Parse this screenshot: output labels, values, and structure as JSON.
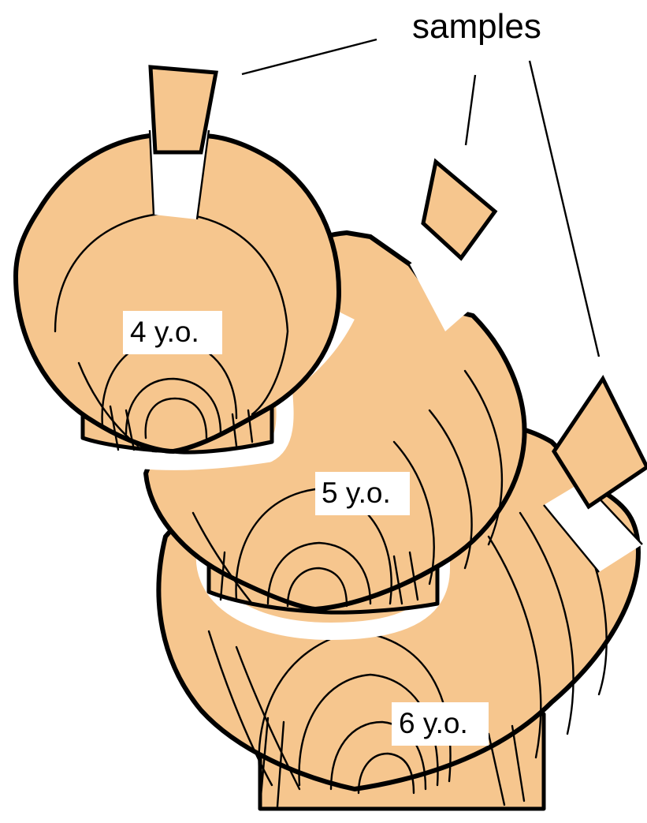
{
  "title": "samples",
  "labels": {
    "shell_small": "4 y.o.",
    "shell_medium": "5 y.o.",
    "shell_large": "6 y.o."
  },
  "colors": {
    "shell_fill": "#F6C68E",
    "outline": "#000000",
    "background": "#ffffff"
  }
}
